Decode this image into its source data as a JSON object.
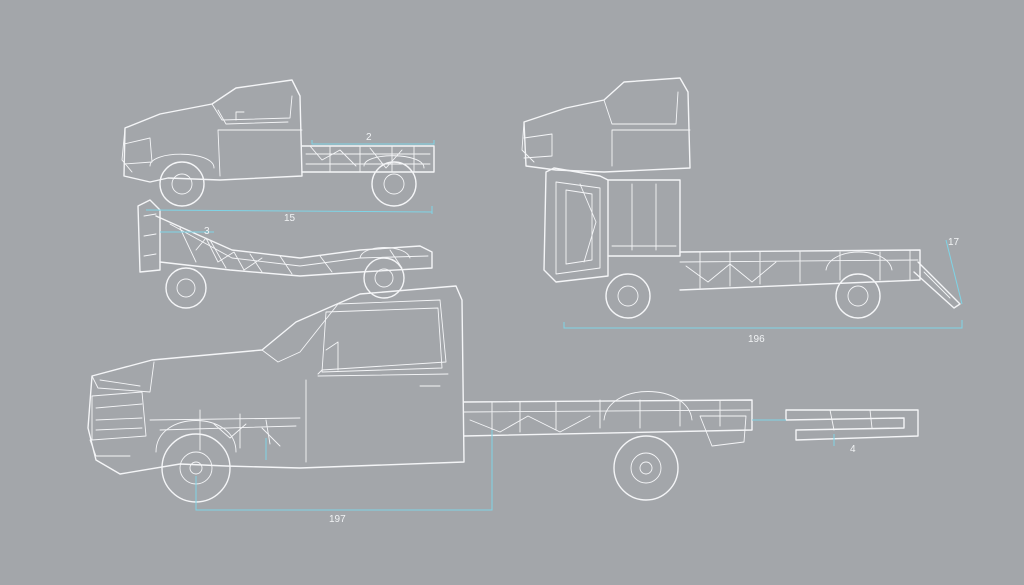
{
  "colors": {
    "background": "#a3a6aa",
    "linework": "#f4f5f7",
    "dimension_lines": "#7fd4e6"
  },
  "dimensions": {
    "top_left_upper": "2",
    "top_left_lower": "15",
    "middle_left": "3",
    "right_vertical": "17",
    "right_length": "196",
    "bottom_length": "197",
    "bottom_right": "4"
  }
}
